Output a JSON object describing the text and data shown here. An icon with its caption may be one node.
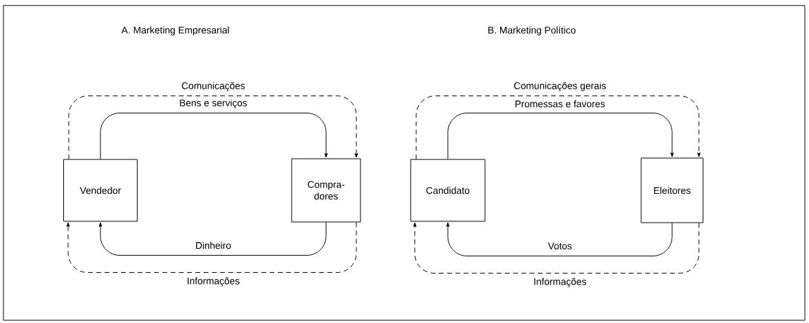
{
  "diagram": {
    "nodes": [
      {
        "text": [
          "Vendedor"
        ]
      },
      {
        "text": [
          "Compra-dores"
        ]
      },
      {
        "text": [
          "Candidato"
        ]
      },
      {
        "text": [
          "Eleitores"
        ]
      }
    ],
    "edges": [
      {
        "from": 0,
        "to": 1,
        "arrow": "to",
        "style": "dashed",
        "label": "Comunicações"
      },
      {
        "from": 0,
        "to": 1,
        "arrow": "to",
        "label": "Bens e serviços"
      },
      {
        "from": 1,
        "to": 0,
        "arrow": "to",
        "label": "Dinheiro"
      },
      {
        "from": 1,
        "to": 0,
        "arrow": "to",
        "style": "dashed",
        "label": "Informações"
      },
      {
        "from": 2,
        "to": 3,
        "arrow": "to",
        "style": "dashed",
        "label": "Comunicações gerais"
      },
      {
        "from": 2,
        "to": 3,
        "arrow": "to",
        "label": "Promessas e favores"
      },
      {
        "from": 3,
        "to": 2,
        "arrow": "to",
        "label": "Votos"
      },
      {
        "from": 3,
        "to": 2,
        "arrow": "to",
        "style": "dashed",
        "label": "Informações"
      }
    ],
    "labels": [
      "A. Marketing Empresarial",
      "B. Marketing Político"
    ]
  }
}
